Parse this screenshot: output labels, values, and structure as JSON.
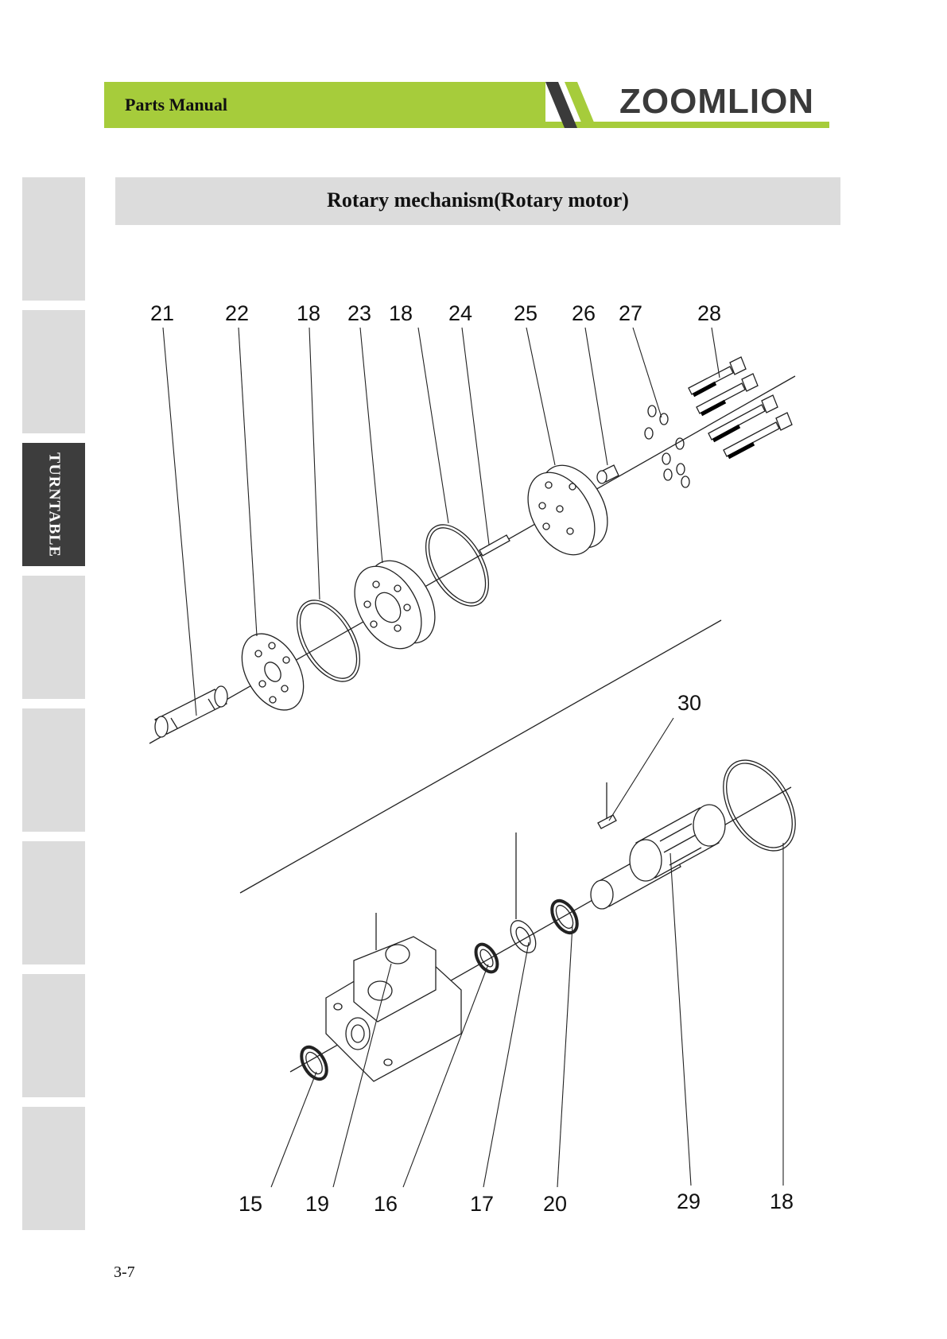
{
  "header": {
    "title": "Parts Manual",
    "brand": "ZOOMLION",
    "accent_color": "#a6cc3b",
    "brand_color": "#3a3a3a"
  },
  "sidebar": {
    "tabs": [
      {
        "label": "",
        "active": false
      },
      {
        "label": "",
        "active": false
      },
      {
        "label": "TURNTABLE",
        "active": true
      },
      {
        "label": "",
        "active": false
      },
      {
        "label": "",
        "active": false
      },
      {
        "label": "",
        "active": false
      },
      {
        "label": "",
        "active": false
      },
      {
        "label": "",
        "active": false
      }
    ]
  },
  "section_title": "Rotary mechanism(Rotary motor)",
  "diagram": {
    "callouts_top": [
      "21",
      "22",
      "18",
      "23",
      "18",
      "24",
      "25",
      "26",
      "27",
      "28"
    ],
    "callout_30": "30",
    "callouts_bottom": [
      "15",
      "19",
      "16",
      "17",
      "20",
      "29",
      "18"
    ]
  },
  "page_number": "3-7"
}
